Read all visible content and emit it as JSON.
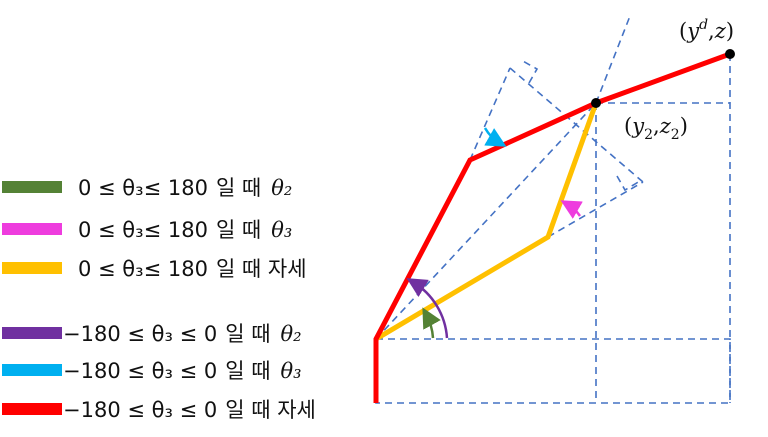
{
  "points": {
    "target_label": "(y^d, z)",
    "wrist_label": "(y_2, z_2)"
  },
  "legend": [
    {
      "color": "#548235",
      "range": "0 ≤ θ₃≤ 180",
      "suffix": "일 때",
      "var": "θ₂"
    },
    {
      "color": "#ee3cde",
      "range": "0 ≤ θ₃≤ 180",
      "suffix": "일 때",
      "var": "θ₃"
    },
    {
      "color": "#ffc000",
      "range": "0 ≤ θ₃≤ 180",
      "suffix": "일 때 자세",
      "var": ""
    },
    {
      "color": "#7030a0",
      "range": "−180 ≤  θ₃ ≤ 0",
      "suffix": "일 때",
      "var": "θ₂"
    },
    {
      "color": "#00b0f0",
      "range": "−180 ≤  θ₃ ≤ 0",
      "suffix": "일 때",
      "var": "θ₃"
    },
    {
      "color": "#ff0000",
      "range": "−180 ≤  θ₃ ≤ 0",
      "suffix": "일 때 자세",
      "var": ""
    }
  ],
  "colors": {
    "red_pose": "#ff0000",
    "yellow_pose": "#ffc000",
    "dashed": "#4472c4",
    "black": "#000000"
  }
}
